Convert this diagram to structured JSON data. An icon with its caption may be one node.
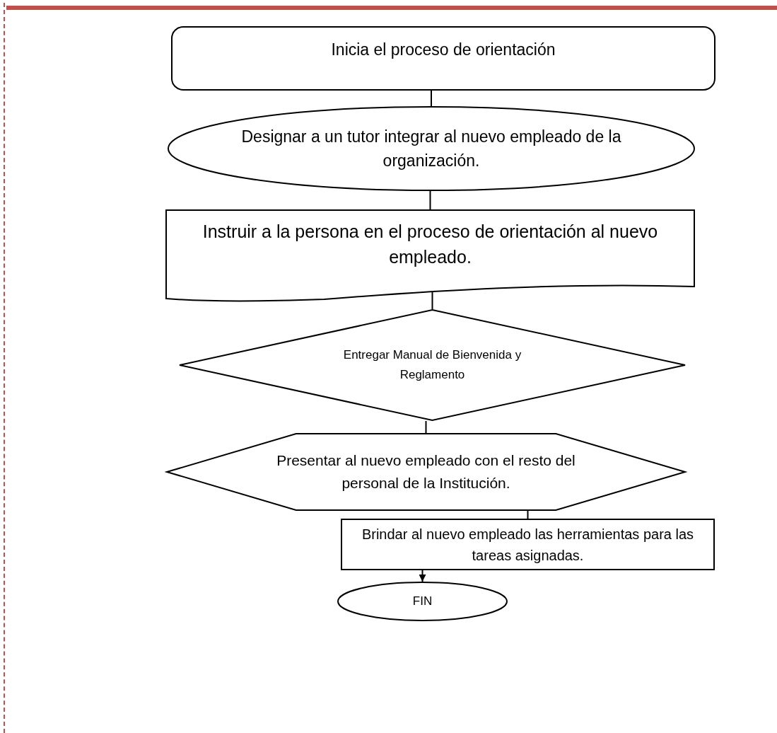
{
  "diagram": {
    "nodes": [
      {
        "text": [
          "Inicia el proceso de orientación"
        ]
      },
      {
        "text": [
          "Designar a un tutor integrar al nuevo empleado de la organización."
        ]
      },
      {
        "text": [
          "Instruir a la persona  en el proceso de orientación al nuevo empleado."
        ]
      },
      {
        "text": [
          "Entregar Manual de Bienvenida y Reglamento"
        ]
      },
      {
        "text": [
          "Presentar al nuevo empleado con el resto del personal de la Institución."
        ]
      },
      {
        "text": [
          "Brindar al nuevo empleado las herramientas para las tareas asignadas."
        ]
      },
      {
        "text": [
          "FIN"
        ]
      }
    ],
    "edges": [
      {
        "from": 0,
        "to": 1,
        "arrow": "none"
      },
      {
        "from": 1,
        "to": 2,
        "arrow": "none"
      },
      {
        "from": 2,
        "to": 3,
        "arrow": "none"
      },
      {
        "from": 3,
        "to": 4,
        "arrow": "none"
      },
      {
        "from": 4,
        "to": 5,
        "arrow": "none"
      },
      {
        "from": 5,
        "to": 6,
        "arrow": "to"
      }
    ]
  }
}
